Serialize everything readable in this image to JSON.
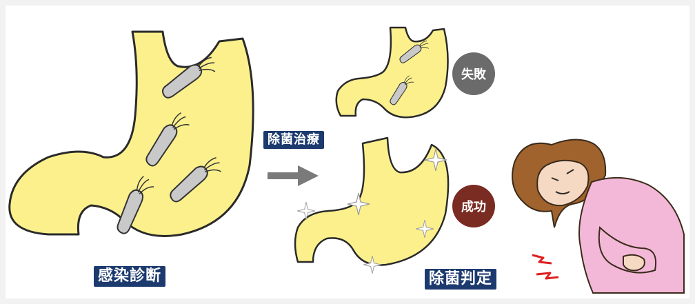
{
  "labels": {
    "infection_diagnosis": "感染診断",
    "eradication_treatment": "除菌治療",
    "eradication_judgement": "除菌判定"
  },
  "badges": {
    "failure": "失敗",
    "success": "成功"
  },
  "colors": {
    "label_bg": "#1c3a6e",
    "stomach_fill": "#fbf08c",
    "failure_badge": "#6b6b6b",
    "success_badge": "#7a2b22",
    "arrow": "#7a7a7a",
    "pain_marks": "#e02020"
  },
  "icons": [
    "stomach-infected-icon",
    "bacteria-icon",
    "arrow-right-icon",
    "stomach-failed-icon",
    "stomach-clean-icon",
    "sparkle-icon",
    "person-stomach-pain-icon",
    "pain-lightning-icon"
  ]
}
